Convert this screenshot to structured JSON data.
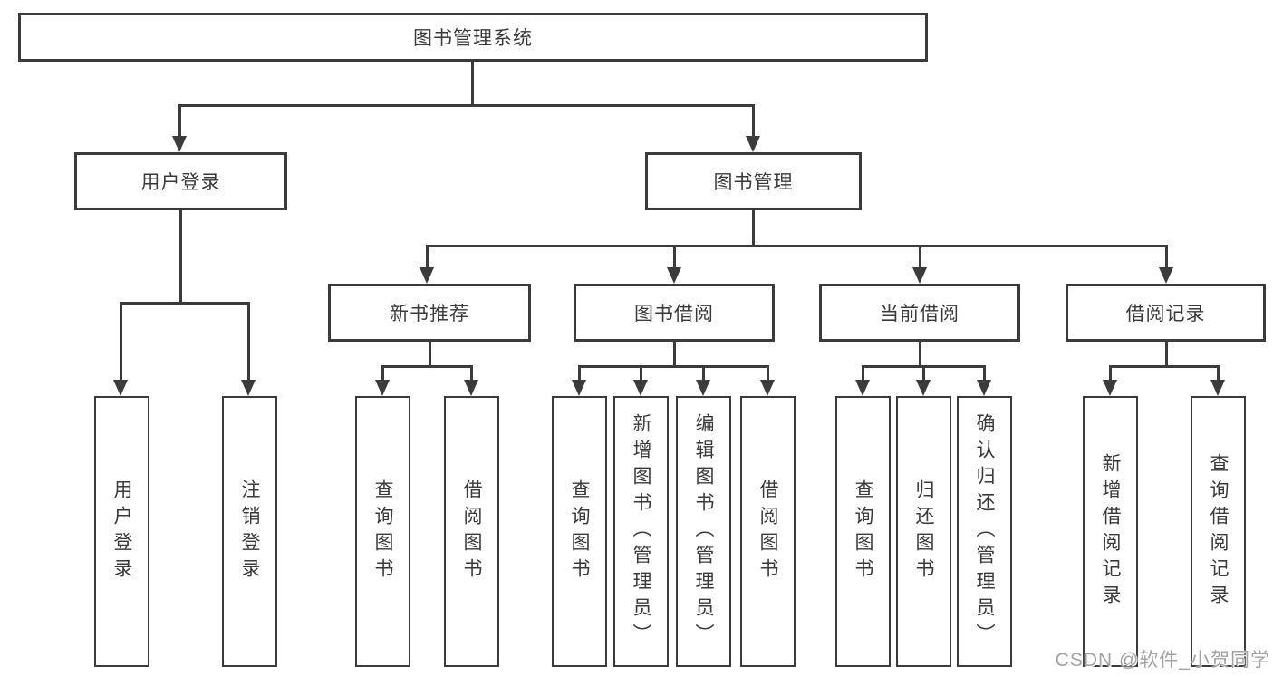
{
  "tree": {
    "root": {
      "label": "图书管理系统"
    },
    "branches": [
      {
        "label": "用户登录",
        "children": [
          {
            "label": "用户登录"
          },
          {
            "label": "注销登录"
          }
        ]
      },
      {
        "label": "图书管理",
        "sections": [
          {
            "label": "新书推荐",
            "children": [
              {
                "label": "查询图书"
              },
              {
                "label": "借阅图书"
              }
            ]
          },
          {
            "label": "图书借阅",
            "children": [
              {
                "label": "查询图书"
              },
              {
                "label": "新增图书（管理员）"
              },
              {
                "label": "编辑图书（管理员）"
              },
              {
                "label": "借阅图书"
              }
            ]
          },
          {
            "label": "当前借阅",
            "children": [
              {
                "label": "查询图书"
              },
              {
                "label": "归还图书"
              },
              {
                "label": "确认归还（管理员）"
              }
            ]
          },
          {
            "label": "借阅记录",
            "children": [
              {
                "label": "新增借阅记录"
              },
              {
                "label": "查询借阅记录"
              }
            ]
          }
        ]
      }
    ]
  },
  "watermark": {
    "text": "CSDN @软件_小贺同学"
  },
  "colors": {
    "line": "#3b3b3b",
    "text": "#3a3a3a",
    "background": "#ffffff",
    "watermark": "#a3a3a3"
  }
}
